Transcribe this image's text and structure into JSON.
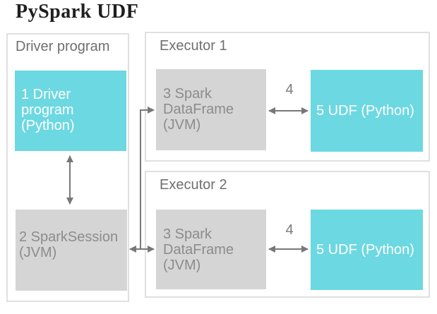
{
  "title": "PySpark UDF",
  "colors": {
    "accent_cyan": "#6cd8e1",
    "box_gray": "#d5d5d5",
    "box_gray_text": "#8c8c8c",
    "outline_label_text": "#6f6f6f",
    "arrow_gray": "#787878",
    "outline_border": "#e0e0e0",
    "title_color": "#1f1f1f",
    "cyan_box_text": "#ffffff"
  },
  "driver": {
    "label": "Driver program",
    "program_box": {
      "lines": [
        "1 Driver",
        "program",
        "(Python)"
      ]
    },
    "session_box": {
      "lines": [
        "2 SparkSession",
        "(JVM)"
      ]
    }
  },
  "executors": [
    {
      "label": "Executor 1",
      "dataframe_box": {
        "lines": [
          "3 Spark",
          "DataFrame",
          "(JVM)"
        ]
      },
      "arrow_label": "4",
      "udf_box": {
        "label": "5 UDF (Python)"
      }
    },
    {
      "label": "Executor 2",
      "dataframe_box": {
        "lines": [
          "3 Spark",
          "DataFrame",
          "(JVM)"
        ]
      },
      "arrow_label": "4",
      "udf_box": {
        "label": "5 UDF (Python)"
      }
    }
  ],
  "connections": [
    {
      "from": "1 Driver program (Python)",
      "to": "2 SparkSession (JVM)",
      "type": "bidirectional"
    },
    {
      "from": "2 SparkSession (JVM)",
      "to": "Executor 1: 3 Spark DataFrame (JVM)",
      "type": "bidirectional"
    },
    {
      "from": "2 SparkSession (JVM)",
      "to": "Executor 2: 3 Spark DataFrame (JVM)",
      "type": "bidirectional"
    },
    {
      "from": "Executor 1: 3 Spark DataFrame (JVM)",
      "to": "Executor 1: 5 UDF (Python)",
      "label": "4",
      "type": "bidirectional"
    },
    {
      "from": "Executor 2: 3 Spark DataFrame (JVM)",
      "to": "Executor 2: 5 UDF (Python)",
      "label": "4",
      "type": "bidirectional"
    }
  ]
}
